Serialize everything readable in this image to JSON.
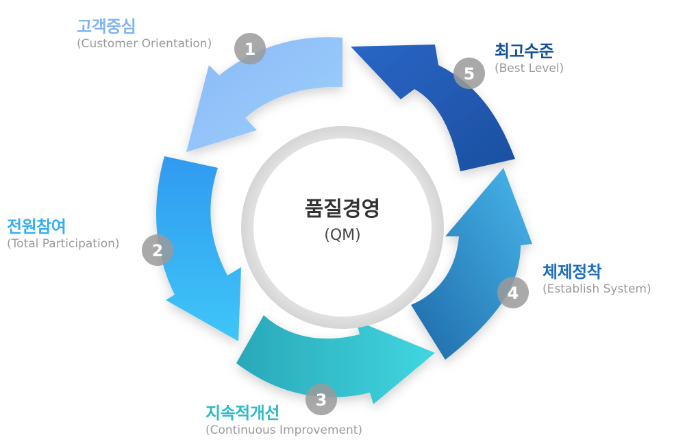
{
  "center": {
    "title": "품질경영",
    "subtitle": "(QM)"
  },
  "steps": [
    {
      "number": "1",
      "title_ko": "고객중심",
      "title_en": "(Customer Orientation)",
      "color": "#7fb3f5"
    },
    {
      "number": "2",
      "title_ko": "전원참여",
      "title_en": "(Total Participation)",
      "color": "#33aef2"
    },
    {
      "number": "3",
      "title_ko": "지속적개선",
      "title_en": "(Continuous Improvement)",
      "color": "#2fb9c8"
    },
    {
      "number": "4",
      "title_ko": "체제정착",
      "title_en": "(Establish System)",
      "color": "#1f6fb8"
    },
    {
      "number": "5",
      "title_ko": "최고수준",
      "title_en": "(Best Level)",
      "color": "#114f97"
    }
  ]
}
